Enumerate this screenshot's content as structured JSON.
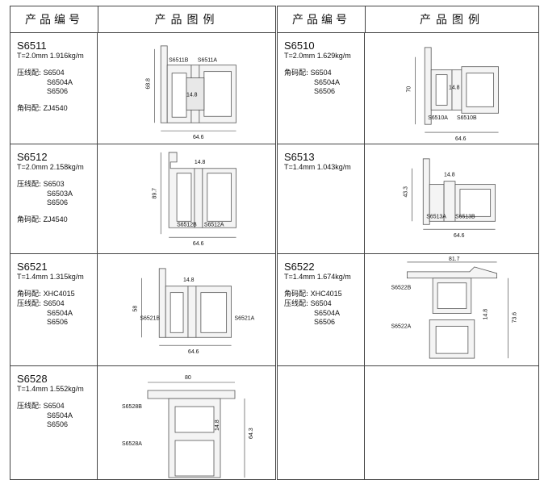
{
  "header": {
    "code_label": "产品编号",
    "fig_label": "产品图例"
  },
  "left": [
    {
      "code": "S6511",
      "spec": "T=2.0mm  1.916kg/m",
      "press_label": "压线配:",
      "press": [
        "S6504",
        "S6504A",
        "S6506"
      ],
      "corner_label": "角码配:",
      "corner": "ZJ4540",
      "width": "64.6",
      "height": "68.8",
      "inner": "14.8",
      "parts": [
        "S6511B",
        "S6511A"
      ]
    },
    {
      "code": "S6512",
      "spec": "T=2.0mm  2.158kg/m",
      "press_label": "压线配:",
      "press": [
        "S6503",
        "S6503A",
        "S6506"
      ],
      "corner_label": "角码配:",
      "corner": "ZJ4540",
      "width": "64.6",
      "height": "89.7",
      "inner": "14.8",
      "parts": [
        "S6512B",
        "S6512A"
      ]
    },
    {
      "code": "S6521",
      "spec": "T=1.4mm  1.315kg/m",
      "corner_label": "角码配:",
      "corner": "XHC4015",
      "press_label": "压线配:",
      "press": [
        "S6504",
        "S6504A",
        "S6506"
      ],
      "width": "64.6",
      "height": "58",
      "inner": "14.8",
      "parts": [
        "S6521B",
        "S6521A"
      ]
    },
    {
      "code": "S6528",
      "spec": "T=1.4mm  1.552kg/m",
      "press_label": "压线配:",
      "press": [
        "S6504",
        "S6504A",
        "S6506"
      ],
      "width": "80",
      "height": "64.3",
      "inner": "14.8",
      "parts": [
        "S6528B",
        "S6528A"
      ]
    }
  ],
  "right": [
    {
      "code": "S6510",
      "spec": "T=2.0mm  1.629kg/m",
      "corner_label": "角码配:",
      "press": [
        "S6504",
        "S6504A",
        "S6506"
      ],
      "width": "64.6",
      "height": "70",
      "inner": "14.8",
      "parts": [
        "S6510A",
        "S6510B"
      ]
    },
    {
      "code": "S6513",
      "spec": "T=1.4mm  1.043kg/m",
      "width": "64.6",
      "height": "43.3",
      "inner": "14.8",
      "parts": [
        "S6513A",
        "S6513B"
      ]
    },
    {
      "code": "S6522",
      "spec": "T=1.4mm  1.674kg/m",
      "corner_label": "角码配:",
      "corner": "XHC4015",
      "press_label": "压线配:",
      "press": [
        "S6504",
        "S6504A",
        "S6506"
      ],
      "width": "81.7",
      "height": "73.6",
      "inner": "14.8",
      "parts": [
        "S6522B",
        "S6522A"
      ]
    }
  ]
}
